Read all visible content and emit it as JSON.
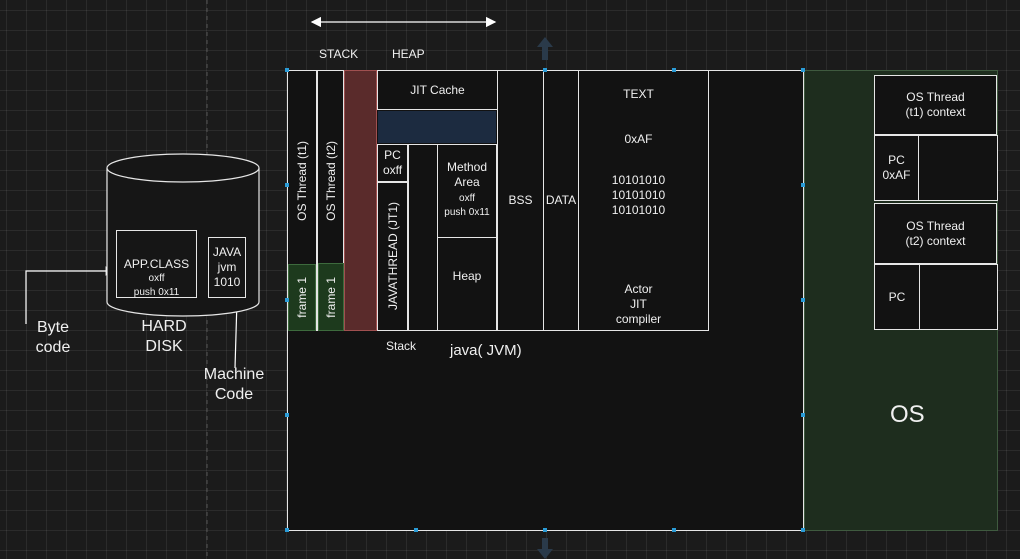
{
  "labels": {
    "stack": "STACK",
    "heap_top": "HEAP",
    "byte_code": "Byte\ncode",
    "machine_code": "Machine\nCode",
    "hard_disk": "HARD\nDISK",
    "java_jvm": "java( JVM)",
    "stack_bottom": "Stack",
    "os": "OS"
  },
  "disk": {
    "app_class": {
      "name": "APP.CLASS",
      "line1": "oxff",
      "line2": "push 0x11"
    },
    "java_jvm": "JAVA\njvm\n1010"
  },
  "jvm": {
    "os_thread_t1": "OS Thread (t1)",
    "os_thread_t2": "OS Thread (t2)",
    "frame1_a": "frame 1",
    "frame1_b": "frame 1",
    "jit_cache": "JIT Cache",
    "pc": "PC\noxff",
    "javathread": "JAVATHREAD (JT1)",
    "method_area": {
      "title": "Method\nArea",
      "line1": "oxff",
      "line2": "push 0x11"
    },
    "heap": "Heap",
    "bss": "BSS",
    "data": "DATA",
    "text": {
      "title": "TEXT",
      "addr": "0xAF",
      "binary": "10101010\n10101010\n10101010",
      "actor": "Actor\nJIT\ncompiler"
    }
  },
  "os": {
    "t1_context": "OS Thread\n(t1) context",
    "pc1": "PC\n0xAF",
    "t2_context": "OS Thread\n(t2) context",
    "pc2": "PC"
  },
  "colors": {
    "background": "#1b1b1b",
    "os_panel": "#1e2d1e",
    "frame": "#1d3a1d",
    "stack_strip": "#5a2b2b",
    "jit_band": "#1c2b40",
    "handle": "#2a9bd6"
  }
}
